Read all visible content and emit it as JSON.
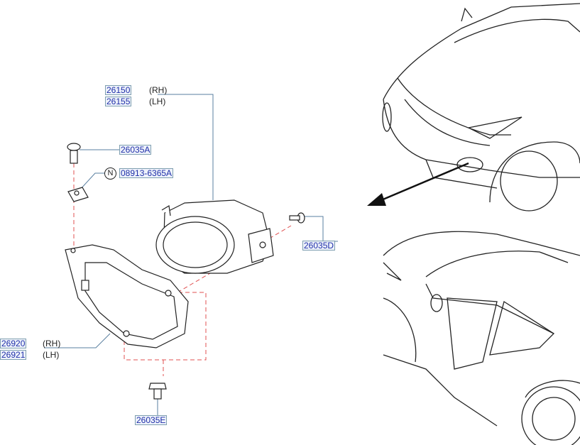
{
  "parts": {
    "fog_lamp": {
      "rh": "26150",
      "lh": "26155",
      "rh_side": "(RH)",
      "lh_side": "(LH)"
    },
    "bolt_a": "26035A",
    "clip": {
      "note_symbol": "N",
      "number": "08913-6365A"
    },
    "screw_d": "26035D",
    "bracket": {
      "rh": "26920",
      "lh": "26921",
      "rh_side": "(RH)",
      "lh_side": "(LH)"
    },
    "screw_e": "26035E"
  },
  "colors": {
    "part_number_text": "#1f2fa8",
    "dashed_line": "#e05050",
    "leader_line": "#5a7fa0"
  }
}
